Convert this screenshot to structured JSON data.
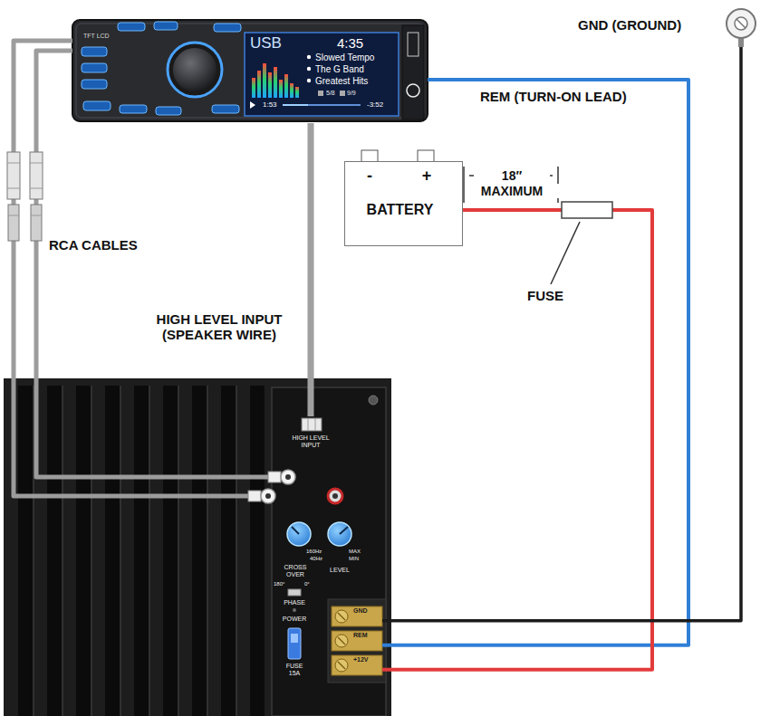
{
  "diagram": {
    "nodes": [
      {
        "text": [
          "TFT LCD",
          "USB",
          "4:35",
          "Slowed Tempo",
          "The G Band",
          "Greatest Hits",
          "5/8",
          "9/9",
          "1:53",
          "-3:52"
        ]
      },
      {
        "text": [
          "-",
          "+",
          "BATTERY"
        ]
      },
      {
        "text": [
          "GND (GROUND)"
        ]
      },
      {
        "text": [
          "CROSS OVER",
          "160Hz",
          "40Hz",
          "LEVEL",
          "MAX",
          "MIN",
          "180°",
          "0°",
          "PHASE",
          "POWER",
          "FUSE 15A"
        ]
      },
      {
        "text": [
          "HIGH LEVEL INPUT"
        ],
        "in": 3
      },
      {
        "text": [
          "GND"
        ],
        "in": 3
      },
      {
        "text": [
          "REM"
        ],
        "in": 3
      },
      {
        "text": [
          "+12V"
        ],
        "in": 3
      }
    ],
    "edges": [
      {
        "from": 0,
        "to": 3,
        "arrow": "none",
        "label": "RCA CABLES"
      },
      {
        "from": 0,
        "to": 3,
        "arrow": "none"
      },
      {
        "from": 0,
        "to": 4,
        "arrow": "none",
        "label": "HIGH LEVEL INPUT (SPEAKER WIRE)"
      },
      {
        "from": 0,
        "to": 6,
        "arrow": "none",
        "label": "REM (TURN-ON LEAD)"
      },
      {
        "from": 1,
        "to": 7,
        "arrow": "none"
      },
      {
        "from": 2,
        "to": 5,
        "arrow": "none"
      }
    ],
    "labels": [
      "18″",
      "MAXIMUM",
      "FUSE"
    ]
  }
}
